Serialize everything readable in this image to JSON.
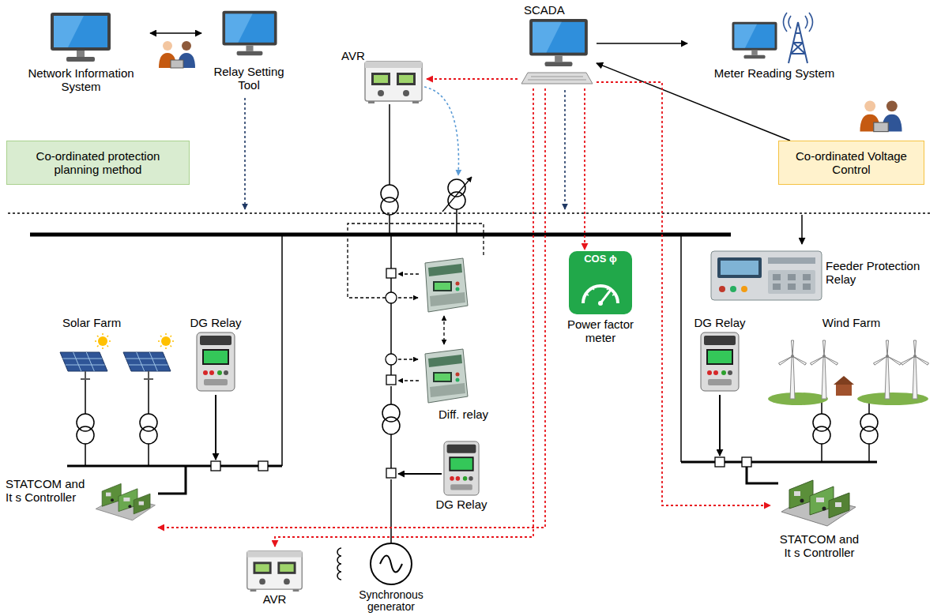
{
  "diagram": {
    "nodes": [
      {
        "text": [
          "Network Information System"
        ]
      },
      {
        "text": [
          "Relay Setting Tool"
        ]
      },
      {
        "text": [
          "SCADA"
        ]
      },
      {
        "text": [
          "Meter Reading System"
        ]
      },
      {
        "text": [
          "AVR"
        ]
      },
      {
        "text": [
          "Co-ordinated protection planning method"
        ]
      },
      {
        "text": [
          "Co-ordinated Voltage Control"
        ]
      },
      {
        "text": [
          "COS ϕ",
          "Power factor meter"
        ]
      },
      {
        "text": [
          "Feeder Protection Relay"
        ]
      },
      {
        "text": [
          "Solar Farm"
        ]
      },
      {
        "text": [
          "DG Relay"
        ]
      },
      {
        "text": [
          "DG Relay"
        ]
      },
      {
        "text": [
          "Wind Farm"
        ]
      },
      {
        "text": [
          "Diff. relay"
        ]
      },
      {
        "text": [
          "STATCOM and It s Controller"
        ]
      },
      {
        "text": [
          "DG Relay"
        ]
      },
      {
        "text": [
          "AVR"
        ]
      },
      {
        "text": [
          "Synchronous generator"
        ]
      },
      {
        "text": [
          "STATCOM and It s Controller"
        ]
      }
    ],
    "edges": [
      {
        "from": 0,
        "to": 1,
        "arrow": "both"
      },
      {
        "from": 2,
        "to": 4,
        "arrow": "to"
      },
      {
        "from": 2,
        "to": 3,
        "arrow": "to"
      },
      {
        "from": 6,
        "to": 2,
        "arrow": "to"
      },
      {
        "from": 2,
        "to": 7,
        "arrow": "to"
      },
      {
        "from": 2,
        "to": 18,
        "arrow": "to"
      },
      {
        "from": 2,
        "to": 14,
        "arrow": "to"
      },
      {
        "from": 2,
        "to": 16,
        "arrow": "to"
      }
    ]
  }
}
